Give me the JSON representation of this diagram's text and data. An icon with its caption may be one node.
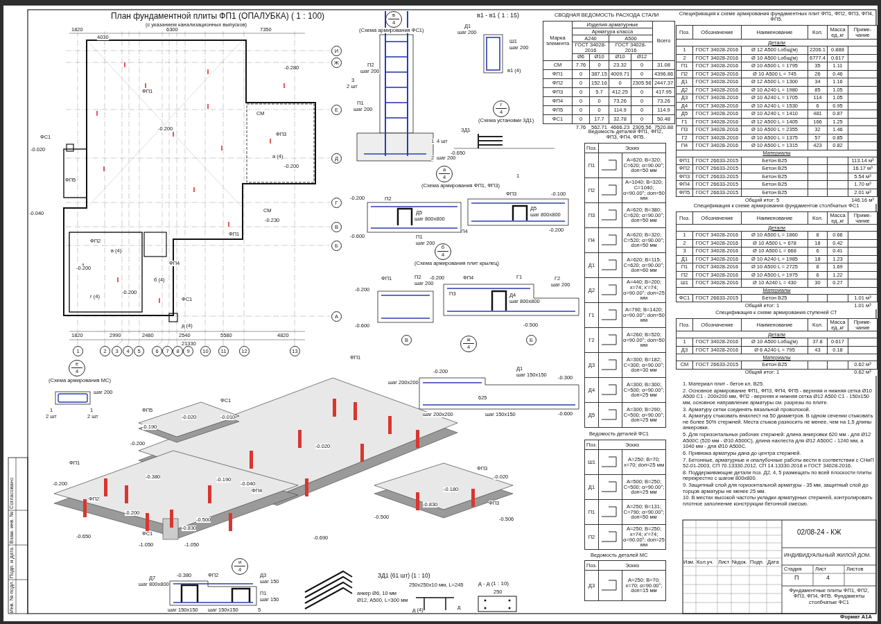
{
  "diagram": {
    "labels": [
      "План фундаментной плиты ФП1 (ОПАЛУБКА) ( 1 : 100)",
      "(с указанием канализационных выпусков)",
      "1820",
      "6300",
      "7350",
      "4030",
      "ФП1",
      "ФП1",
      "ФП2",
      "ФП3",
      "ФП4",
      "ФП5",
      "ФС1",
      "ФС1",
      "СМ",
      "СМ",
      "-0.200",
      "-0.200",
      "-0.020",
      "-0.040",
      "-0.200",
      "-0.200",
      "-0.280",
      "-0.230",
      "а (4)",
      "б (4)",
      "в (4)",
      "г (4)",
      "д (4)",
      "1820",
      "2990",
      "2480",
      "2540",
      "5580",
      "4820",
      "21330",
      "И",
      "Ж",
      "Е",
      "Д",
      "Г",
      "В",
      "Б",
      "А",
      "1",
      "2",
      "3",
      "4",
      "5",
      "6",
      "7",
      "8",
      "9",
      "10",
      "11",
      "12",
      "13",
      "в",
      "4",
      "(Схема армирования ФС1)",
      "в1 - в1 ( 1 : 15)",
      "П2",
      "шаг 200",
      "3",
      "2 шт",
      "П1",
      "шаг 200",
      "1",
      "4 шт",
      "2",
      "шаг 200",
      "Д1",
      "шаг 200",
      "Ш1",
      "шаг 200",
      "в1 (4)",
      "г",
      "4",
      "(Схема установки ЗД1)",
      "ЗД1",
      "-0.650",
      "1",
      "а",
      "4",
      "(Схема армирования ФП1, ФП3)",
      "-0.200",
      "-0.600",
      "П2",
      "Д5",
      "шаг 800х800",
      "П1",
      "шаг 200",
      "П4",
      "ФП3",
      "-0.100",
      "Д5",
      "шаг 800х800",
      "-0.200",
      "б",
      "4",
      "(Схема армирования плит крылец)",
      "ФП1",
      "П2",
      "шаг 200",
      "-0.200",
      "-0.600",
      "ФП4",
      "П3",
      "Д4",
      "шаг 800х800",
      "Г1",
      "Г2",
      "шаг 200",
      "-0.500",
      "-0.200",
      "В",
      "ж",
      "4",
      "Б",
      "СВОДНАЯ ВЕДОМОСТЬ РАСХОДА СТАЛИ",
      "Марка элемента",
      "Изделия арматурные",
      "Всего",
      "Арматура класса",
      "А240",
      "А500",
      "ГОСТ 34028-2016",
      "ГОСТ 34028-2016",
      "Ø6",
      "Ø10",
      "Ø10",
      "Ø12",
      "СМ",
      "7.76",
      "0",
      "23.32",
      "0",
      "31.08",
      "ФП1",
      "0",
      "387.15",
      "4009.71",
      "0",
      "4396.86",
      "ФП2",
      "0",
      "152.16",
      "0",
      "2305.56",
      "2447.37",
      "ФП3",
      "0",
      "5.7",
      "412.25",
      "0",
      "417.95",
      "ФП4",
      "0",
      "0",
      "73.26",
      "0",
      "73.26",
      "ФП5",
      "0",
      "0",
      "114.9",
      "0",
      "114.9",
      "ФС1",
      "0",
      "17.7",
      "32.78",
      "0",
      "50.48",
      "7.76",
      "562.71",
      "4666.23",
      "2305.56",
      "7520.88",
      "Ведомость деталей ФП1, ФП2, ФП3, ФП4, ФП5.",
      "Поз.",
      "Эскиз",
      "П1",
      "A=620; B=320; C=620; α=90.00°; dоп=50 мм",
      "П2",
      "A=1040; B=320; C=1040; α=90.00°; dоп=50 мм",
      "П3",
      "A=620; B=380; C=620; α=90.00°; dоп=50 мм",
      "П4",
      "A=620; B=320; C=520; α=90.00°; dоп=50 мм",
      "Д1",
      "A=620; B=115; C=620; α=90.00°; dоп=60 мм",
      "Д2",
      "A=440; B=200; x=74; x'=74; α=90.00°; dоп=25 мм",
      "Г1",
      "A=790; B=1420; α=90.00°; dоп=50 мм",
      "Г2",
      "A=260; B=520; α=90.00°; dоп=50 мм",
      "Д3",
      "A=300; B=182; C=300; α=90.00°; dоп=30 мм",
      "Д4",
      "A=300; B=300; C=500; α=90.00°; dоп=25 мм",
      "Д5",
      "A=300; B=290; C=500; α=90.00°; dоп=25 мм",
      "Ведомость деталей ФС1",
      "Поз.",
      "Эскиз",
      "Ш1",
      "A=250; B=70; x=70; dоп=25 мм",
      "Д1",
      "A=500; B=250; C=500; α=90.00°; dоп=25 мм",
      "П1",
      "A=250; B=131; C=790; α=90.00°; dоп=50 мм",
      "П2",
      "A=250; B=250; x=74; x'=74; α=90.00°; dоп=25 мм",
      "Ведомость деталей МС",
      "Поз.",
      "Эскиз",
      "Д3",
      "A=250; B=70; x=70; α=90.00°; dоп=15 мм",
      "Спецификация к схеме армирования фундаментных плит ФП1, ФП2, ФП3, ФП4, ФП5.",
      "Поз.",
      "Обозначение",
      "Наименование",
      "Кол.",
      "Масса ед.,кг",
      "Приме-чание",
      "Детали",
      "1",
      "ГОСТ 34028-2016",
      "Ø 12 А500   Lобщ(м)",
      "2206.1",
      "0.888",
      "2",
      "ГОСТ 34028-2016",
      "Ø 10 А500   Lобщ(м)",
      "6777.4",
      "0.617",
      "П1",
      "ГОСТ 34028-2016",
      "Ø 10 А500   L = 1795",
      "35",
      "1.11",
      "П2",
      "ГОСТ 34028-2016",
      "Ø 10 А500   L = 745",
      "26",
      "0.46",
      "Д1",
      "ГОСТ 34028-2016",
      "Ø 12 А500   L = 1300",
      "34",
      "1.16",
      "Д2",
      "ГОСТ 34028-2016",
      "Ø 10 А240   L = 1980",
      "85",
      "1.05",
      "Д3",
      "ГОСТ 34028-2016",
      "Ø 10 А240   L = 1705",
      "114",
      "1.05",
      "Д4",
      "ГОСТ 34028-2016",
      "Ø 10 А240   L = 1530",
      "6",
      "0.95",
      "Д5",
      "ГОСТ 34028-2016",
      "Ø 10 А240   L = 1410",
      "481",
      "0.87",
      "Г1",
      "ГОСТ 34028-2016",
      "Ø 12 А500   L = 1405",
      "166",
      "1.25",
      "П3",
      "ГОСТ 34028-2016",
      "Ø 10 А500   L = 2355",
      "32",
      "1.46",
      "Г2",
      "ГОСТ 34028-2016",
      "Ø 10 А500   L = 1375",
      "57",
      "0.85",
      "П4",
      "ГОСТ 34028-2016",
      "Ø 10 А500   L = 1315",
      "423",
      "0.82",
      "Материалы",
      "ФП1",
      "ГОСТ 26633-2015",
      "Бетон В25",
      "113.14 м³",
      "ФП2",
      "ГОСТ 26633-2015",
      "Бетон В25",
      "16.17 м³",
      "ФП3",
      "ГОСТ 26633-2015",
      "Бетон В25",
      "5.54 м³",
      "ФП4",
      "ГОСТ 26633-2015",
      "Бетон В25",
      "1.70 м³",
      "ФП5",
      "ГОСТ 26633-2015",
      "Бетон В25",
      "2.01 м³",
      "Общий итог: 5",
      "146.16 м³",
      "Спецификация к схеме армирования фундаментов столбчатых ФС1",
      "Поз.",
      "Обозначение",
      "Наименование",
      "Кол.",
      "Масса ед.,кг",
      "Приме-чание",
      "Детали",
      "1",
      "ГОСТ 34028-2016",
      "Ø 10 А500   L = 1860",
      "8",
      "0.66",
      "2",
      "ГОСТ 34028-2016",
      "Ø 10 А500   L = 678",
      "18",
      "0.42",
      "3",
      "ГОСТ 34028-2016",
      "Ø 10 А500   L = 668",
      "6",
      "0.41",
      "Д1",
      "ГОСТ 34028-2016",
      "Ø 10 А240   L = 1985",
      "18",
      "1.23",
      "П1",
      "ГОСТ 34028-2016",
      "Ø 10 А500   L = 2725",
      "8",
      "1.69",
      "П2",
      "ГОСТ 34028-2016",
      "Ø 10 А500   L = 1975",
      "6",
      "1.22",
      "Ш1",
      "ГОСТ 34028-2016",
      "Ø 10 А240   L = 430",
      "30",
      "0.27",
      "Материалы",
      "ФС1",
      "ГОСТ 26633-2015",
      "Бетон В25",
      "1.01 м³",
      "Общий итог: 1",
      "1.01 м³",
      "Спецификация к схеме армирования ступеней СТ",
      "Поз.",
      "Обозначение",
      "Наименование",
      "Кол.",
      "Масса ед.,кг",
      "Приме-чание",
      "Детали",
      "1",
      "ГОСТ 34028-2016",
      "Ø 10 А500   Lобщ(м)",
      "37.8",
      "0.617",
      "Д3",
      "ГОСТ 34028-2016",
      "Ø 6 А240   L = 795",
      "43",
      "0.18",
      "Материалы",
      "СМ",
      "ГОСТ 26633-2015",
      "Бетон В25",
      "0.62 м³",
      "Общий итог: 1",
      "0.62 м³",
      "ФП1",
      "ФС1",
      "ФП5",
      "-0.020",
      "-0.010",
      "-0.190",
      "-0.200",
      "ФП1",
      "-0.200",
      "ФП2",
      "-0.380",
      "-0.200",
      "-0.650",
      "-0.020",
      "-0.190",
      "-0.040",
      "ФП4",
      "-0.500",
      "-0.690",
      "-0.500",
      "-0.180",
      "-0.830",
      "ФП3",
      "-0.020",
      "ФП3",
      "-0.506",
      "ФС1",
      "-0.830",
      "-1.050",
      "-1.050",
      "е",
      "4",
      "(Схема армирования МС)",
      "шаг 200",
      "1",
      "2 шт",
      "1",
      "2 шт",
      "-0.200",
      "Д1",
      "шаг 150х150",
      "-0.300",
      "-0.600",
      "625",
      "шаг 200х200",
      "шаг 200х200",
      "шаг 150х150",
      "и",
      "4",
      "Д7",
      "шаг 800х800",
      "-0.380",
      "ФП2",
      "Д3",
      "шаг 150",
      "П1",
      "шаг 150",
      "шаг 150х150",
      "шаг 150х150",
      "5",
      "250х250х10 мм, L=245",
      "анкер Ø6, 10 мм",
      "Ø12, А500, L=300 мм",
      "д (4)",
      "д",
      "ЗД1 (61 шт) (1 : 10)",
      "250",
      "д - д (1 : 10)",
      "1. Материал плит - бетон кл. В25.",
      "2. Основное армирование ФП1, ФП3, ФП4, ФП5 - верхняя и нижняя сетка Ø10 А500 С1 - 200х200 мм, ФП2 - верхняя и нижняя сетка Ø12 А500 С1 - 150х150 мм, основное направление арматуры см. разрезы по плите.",
      "3. Арматуру сетки соединять вязальной проволокой.",
      "4. Арматуру стыковать внахлест на 50 диаметров. В одном сечении стыковать не более 50% стержней. Места стыков разносить не менее, чем на 1,5 длины анкеровки.",
      "5. Для горизонтальных рабочих стержней: длина анкеровки 620 мм - для Ø12 А500С (520 мм - Ø10 А500С), длина нахлеста для Ø12 А500С - 1240 мм, а 1040 мм - для Ø10 А500С.",
      "6. Привязка арматуры дана до центра стержней.",
      "7. Бетонные, арматурные и опалубочные работы вести в соответствии с СНиП 52-01-2003, СП 70.13330.2012, СП 14.13330.2018 и ГОСТ 34028-2016.",
      "8. Поддерживающие детали поз. Д2, 4, 5 размещать по всей плоскости плиты перекрестно с шагом 800х800.",
      "9. Защитный слой для горизонтальной арматуры - 35 мм, защитный слой до торцов арматуры не менее 25 мм.",
      "10. В местах высокой частоты укладки арматурных стержней, контролировать плотное заполнение конструкции бетонной смесью.",
      "02/08-24 - КЖ",
      "Изм.",
      "Кол.уч.",
      "Лист",
      "№док.",
      "Подп.",
      "Дата",
      "ИНДИВИДУАЛЬНЫЙ ЖИЛОЙ ДОМ.",
      "Стадия",
      "Лист",
      "Листов",
      "П",
      "4",
      "Фундаментные плиты ФП1, ФП2, ФП3, ФП4, ФП5. Фундаменты столбчатые ФС1",
      "Формат А1А",
      "Согласовано",
      "Взам. инв. №",
      "Подп. и дата",
      "Инв. № подл."
    ]
  }
}
